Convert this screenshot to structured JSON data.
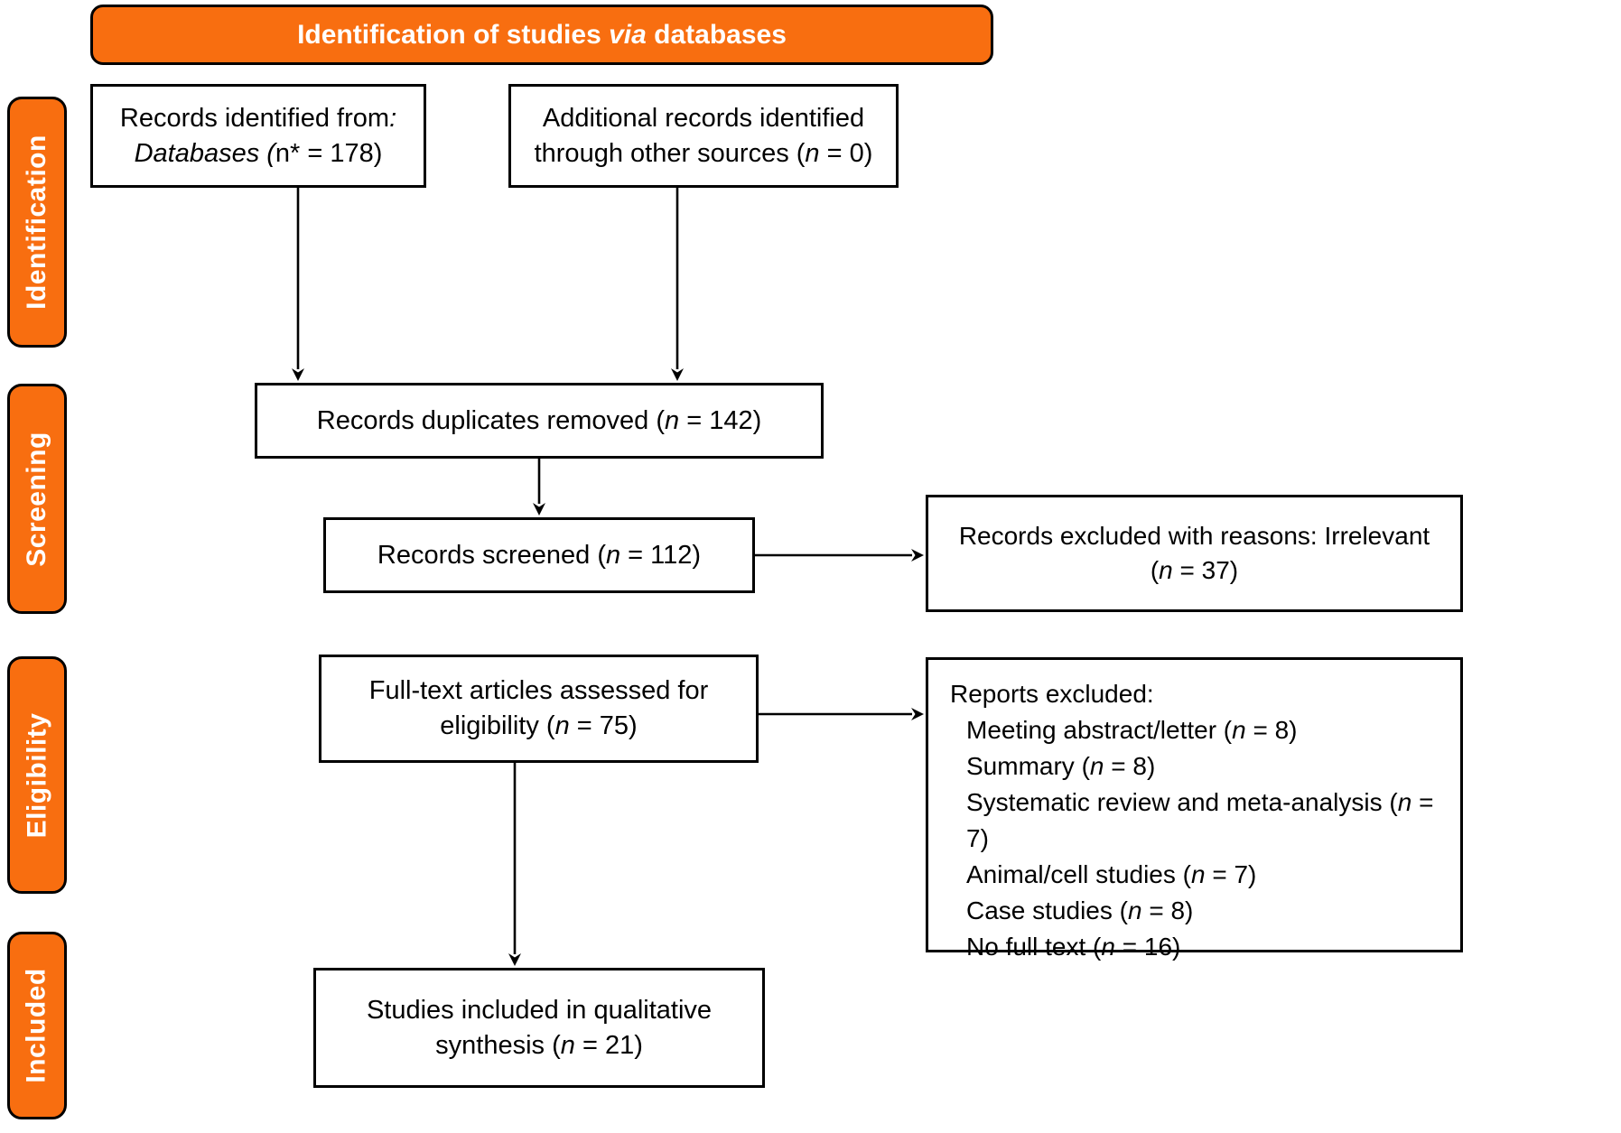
{
  "colors": {
    "accent_orange": "#F86E10",
    "box_border": "#000000",
    "box_background": "#FFFFFF",
    "banner_text": "#FFFFFF"
  },
  "header": {
    "title": "Identification of studies *via* databases"
  },
  "sidebar": [
    {
      "label": "Identification"
    },
    {
      "label": "Screening"
    },
    {
      "label": "Eligibility"
    },
    {
      "label": "Included"
    }
  ],
  "boxes": {
    "records_identified": "Records identified from*:\nDatabases (*n* = 178)",
    "additional_records": "Additional records identified\nthrough other sources (*n* = 0)",
    "duplicates_removed": "Records duplicates removed (*n* = 142)",
    "records_screened": "Records screened (*n* = 112)",
    "records_excluded": "Records excluded with reasons: Irrelevant\n(*n* = 37)",
    "fulltext_assessed": "Full-text articles assessed for\neligibility (*n* = 75)",
    "reports_excluded": {
      "title": "Reports excluded:",
      "items": [
        "Meeting abstract/letter (*n* = 8)",
        "Summary (*n* = 8)",
        "Systematic review and meta-analysis (*n* = 7)",
        "Animal/cell studies (*n* = 7)",
        "Case studies (*n* = 8)",
        "No full text (*n* = 16)"
      ]
    },
    "studies_included": "Studies included in qualitative\nsynthesis (*n* = 21)"
  }
}
